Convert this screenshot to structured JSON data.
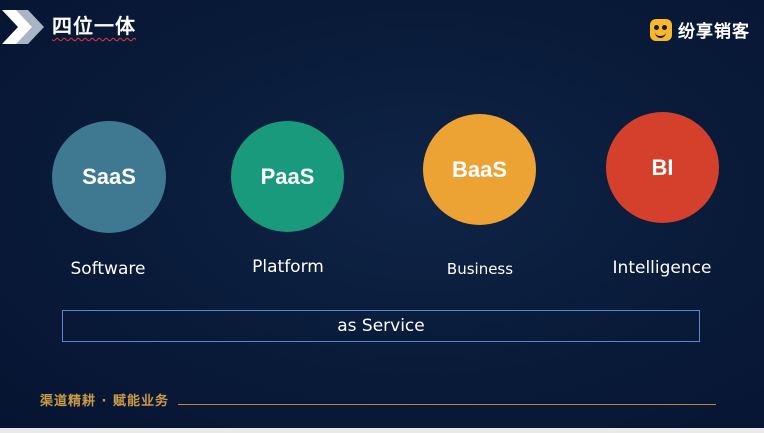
{
  "header": {
    "title": "四位一体",
    "brand_name": "纷享销客",
    "brand_color": "#f7b731"
  },
  "items": [
    {
      "abbr": "SaaS",
      "word": "Software",
      "color": "#3f7891"
    },
    {
      "abbr": "PaaS",
      "word": "Platform",
      "color": "#1a9a7c"
    },
    {
      "abbr": "BaaS",
      "word": "Business",
      "color": "#eda333"
    },
    {
      "abbr": "BI",
      "word": "Intelligence",
      "color": "#d4402c"
    }
  ],
  "service_label": "as Service",
  "footer": {
    "slogan": "渠道精耕 · 赋能业务",
    "accent_color": "#c99a45"
  }
}
